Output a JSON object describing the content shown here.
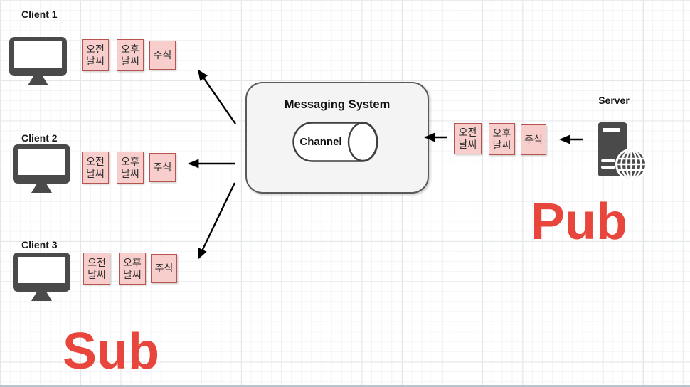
{
  "diagram": {
    "type": "pub-sub-messaging-diagram",
    "pub_label": "Pub",
    "sub_label": "Sub",
    "server": {
      "label": "Server"
    },
    "messaging_system": {
      "title": "Messaging System",
      "channel_label": "Channel"
    },
    "clients": [
      {
        "label": "Client 1"
      },
      {
        "label": "Client 2"
      },
      {
        "label": "Client 3"
      }
    ],
    "message_types": [
      {
        "name": "morning-weather",
        "line1": "오전",
        "line2": "날씨"
      },
      {
        "name": "afternoon-weather",
        "line1": "오후",
        "line2": "날씨"
      },
      {
        "name": "stock",
        "line1": "주식",
        "line2": ""
      }
    ],
    "colors": {
      "pub_sub_red": "#e8463c",
      "message_fill": "#f8cecc",
      "message_border": "#b85450",
      "icon_dark": "#4a4a4a",
      "system_fill": "#f4f4f4",
      "system_border": "#5a5a5a",
      "arrow": "#000000",
      "grid_major": "#e4e7e9",
      "grid_minor": "#f3f4f5"
    }
  }
}
